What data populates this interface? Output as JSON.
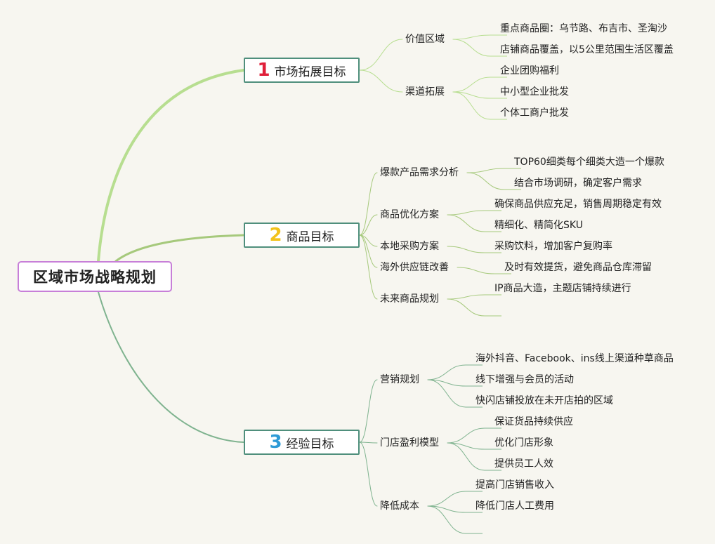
{
  "root": {
    "title": "区域市场战略规划"
  },
  "branches": [
    {
      "num": "1",
      "num_color": "#e0203a",
      "title": "市场拓展目标",
      "line_color": "#b7de90",
      "children": [
        {
          "label": "价值区域",
          "items": [
            "重点商品圈：乌节路、布吉市、圣淘沙",
            "店铺商品覆盖，以5公里范围生活区覆盖"
          ]
        },
        {
          "label": "渠道拓展",
          "items": [
            "企业团购福利",
            "中小型企业批发",
            "个体工商户批发"
          ]
        }
      ]
    },
    {
      "num": "2",
      "num_color": "#f2c21b",
      "title": "商品目标",
      "line_color": "#a6c97c",
      "children": [
        {
          "label": "爆款产品需求分析",
          "items": [
            "TOP60细类每个细类大造一个爆款",
            "结合市场调研，确定客户需求"
          ]
        },
        {
          "label": "商品优化方案",
          "items": [
            "确保商品供应充足，销售周期稳定有效",
            "精细化、精简化SKU"
          ]
        },
        {
          "label": "本地采购方案",
          "items": [
            "采购饮料，增加客户复购率"
          ]
        },
        {
          "label": "海外供应链改善",
          "items": [
            "及时有效提货，避免商品仓库滞留"
          ]
        },
        {
          "label": "未来商品规划",
          "items": [
            "IP商品大造，主题店铺持续进行",
            ""
          ]
        }
      ]
    },
    {
      "num": "3",
      "num_color": "#2e9ad6",
      "title": "经验目标",
      "line_color": "#7fb38f",
      "children": [
        {
          "label": "营销规划",
          "items": [
            "海外抖音、Facebook、ins线上渠道种草商品",
            "线下增强与会员的活动",
            "快闪店铺投放在未开店拍的区域"
          ]
        },
        {
          "label": "门店盈利模型",
          "items": [
            "保证货品持续供应",
            "优化门店形象",
            "提供员工人效"
          ]
        },
        {
          "label": "降低成本",
          "items": [
            "提高门店销售收入",
            "降低门店人工费用",
            ""
          ]
        }
      ]
    }
  ]
}
